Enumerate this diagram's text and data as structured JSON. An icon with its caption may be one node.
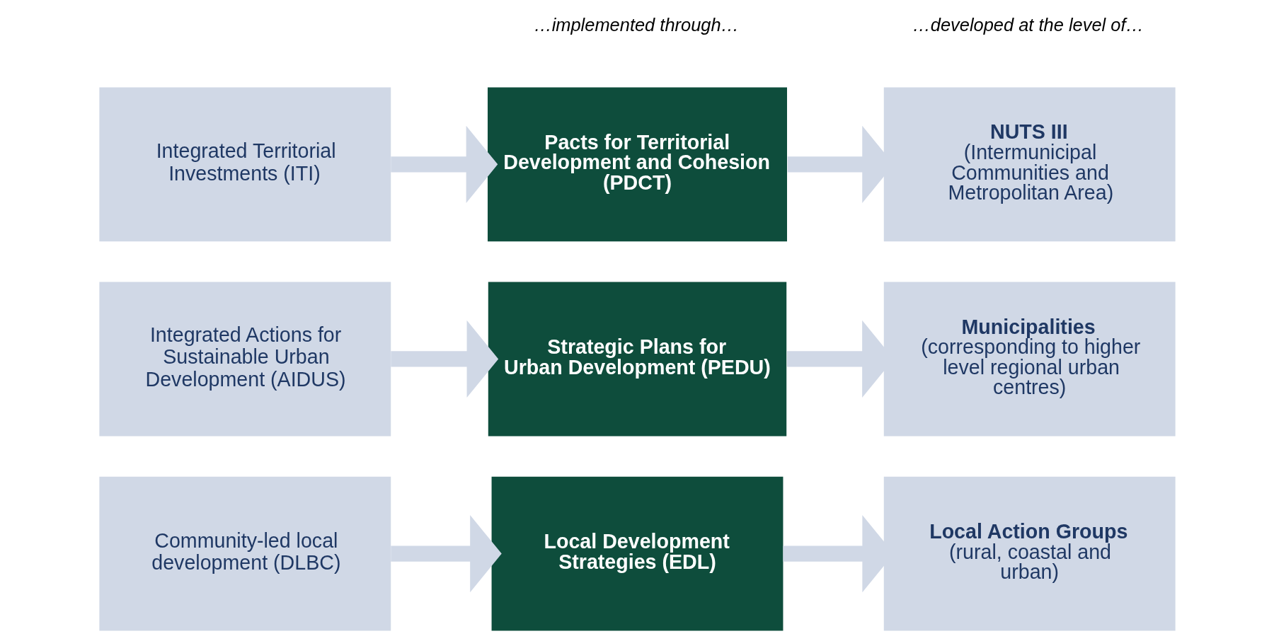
{
  "diagram": {
    "nodes": [
      {
        "text": [
          "Integrated Territorial Investments (ITI)"
        ]
      },
      {
        "text": [
          "Pacts for Territorial Development and Cohesion (PDCT)"
        ]
      },
      {
        "text": [
          "NUTS III",
          "(Intermunicipal Communities and Metropolitan Area)"
        ]
      },
      {
        "text": [
          "Integrated Actions for Sustainable Urban Development (AIDUS)"
        ]
      },
      {
        "text": [
          "Strategic Plans for Urban Development (PEDU)"
        ]
      },
      {
        "text": [
          "Municipalities",
          "(corresponding to higher level regional urban centres)"
        ]
      },
      {
        "text": [
          "Community-led local development (DLBC)"
        ]
      },
      {
        "text": [
          "Local Development Strategies (EDL)"
        ]
      },
      {
        "text": [
          "Local Action Groups",
          "(rural, coastal and urban)"
        ]
      }
    ],
    "edges": [
      {
        "from": 0,
        "to": 1,
        "arrow": "to"
      },
      {
        "from": 1,
        "to": 2,
        "arrow": "to"
      },
      {
        "from": 3,
        "to": 4,
        "arrow": "to"
      },
      {
        "from": 4,
        "to": 5,
        "arrow": "to"
      },
      {
        "from": 6,
        "to": 7,
        "arrow": "to"
      },
      {
        "from": 7,
        "to": 8,
        "arrow": "to"
      }
    ],
    "labels": [
      "…implemented through…",
      "…developed at the level of…"
    ]
  }
}
